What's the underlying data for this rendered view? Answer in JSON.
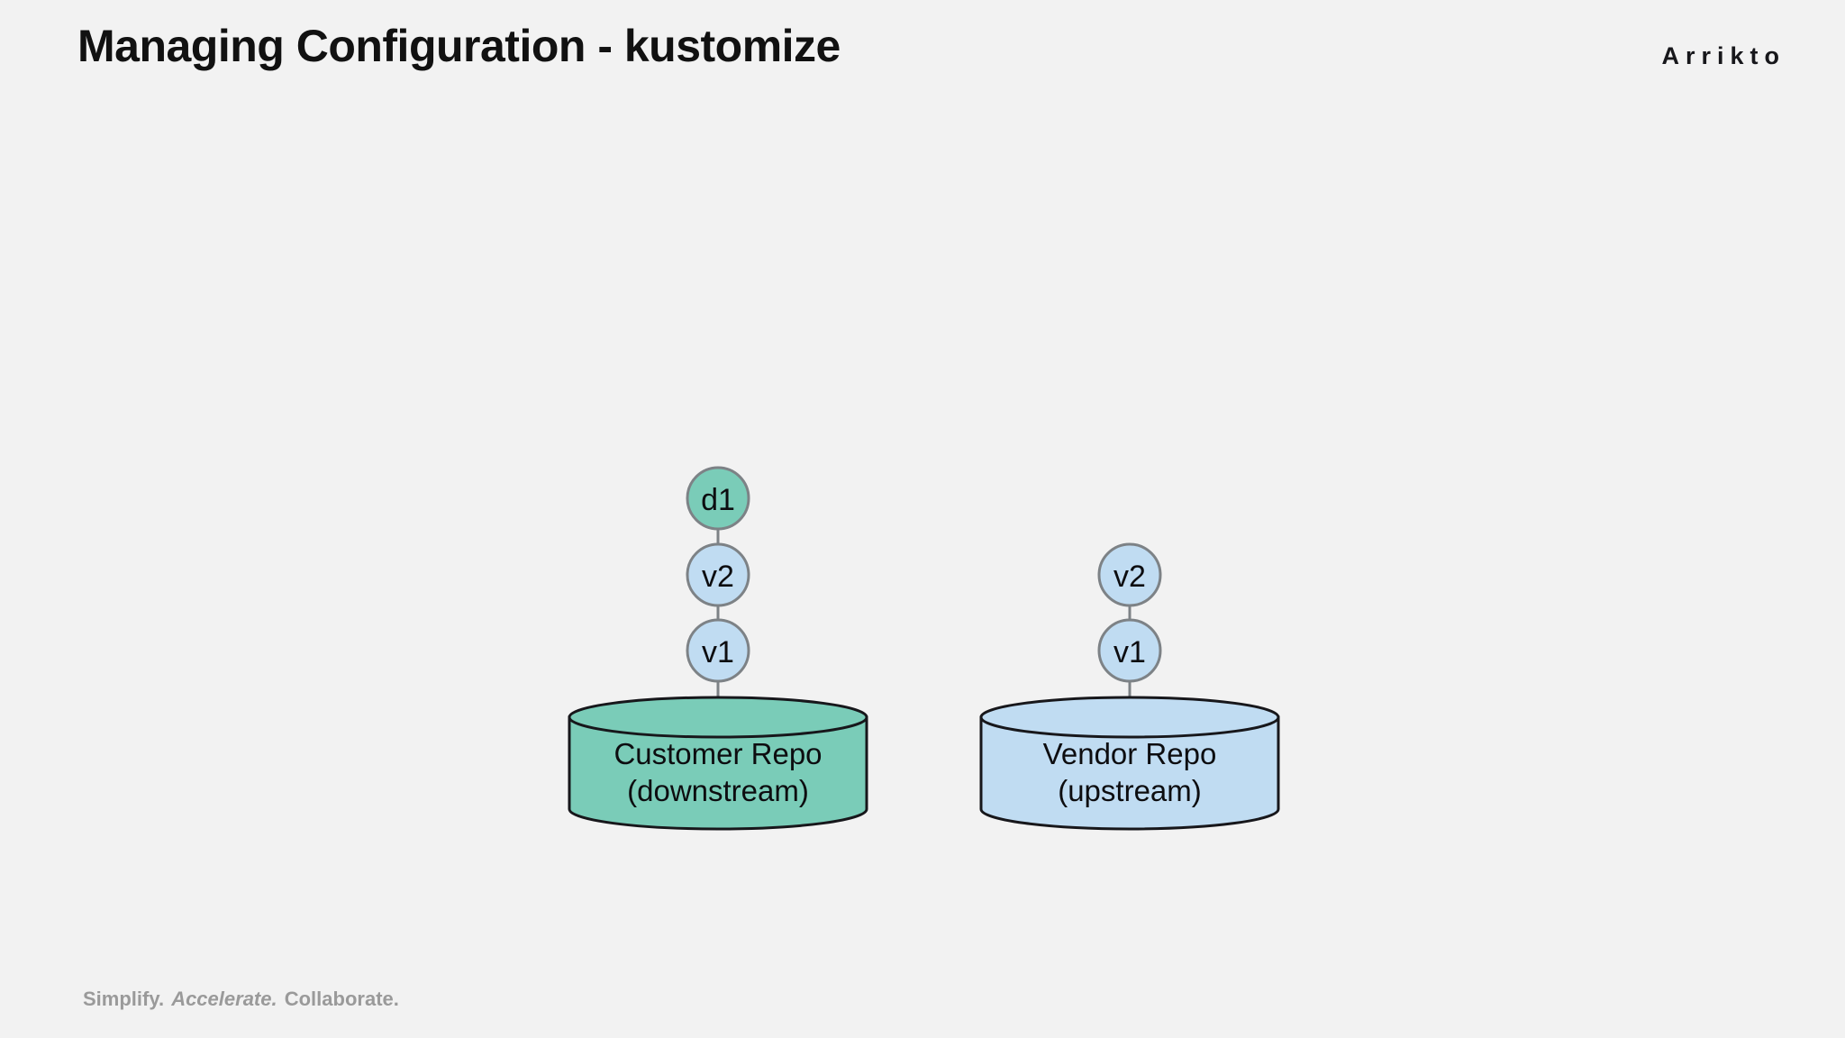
{
  "slide": {
    "title": "Managing Configuration - kustomize",
    "background_color": "#f2f2f2",
    "brand": "Arrikto"
  },
  "footer": {
    "word1": "Simplify.",
    "word2": "Accelerate.",
    "word3": "Collaborate."
  },
  "colors": {
    "teal_fill": "#7accb8",
    "blue_fill": "#c0dcf2",
    "node_stroke": "#7d8286",
    "shape_stroke": "#17171b",
    "text": "#0d0d10",
    "footer_text": "#9a9a9a"
  },
  "diagram": {
    "type": "node-graph",
    "columns": [
      {
        "name": "customer",
        "repo_label_line1": "Customer Repo",
        "repo_label_line2": "(downstream)",
        "repo_fill": "#7accb8",
        "nodes": [
          {
            "label": "d1",
            "fill": "#7accb8"
          },
          {
            "label": "v2",
            "fill": "#c0dcf2"
          },
          {
            "label": "v1",
            "fill": "#c0dcf2"
          }
        ]
      },
      {
        "name": "vendor",
        "repo_label_line1": "Vendor Repo",
        "repo_label_line2": "(upstream)",
        "repo_fill": "#c0dcf2",
        "nodes": [
          {
            "label": "v2",
            "fill": "#c0dcf2"
          },
          {
            "label": "v1",
            "fill": "#c0dcf2"
          }
        ]
      }
    ]
  }
}
